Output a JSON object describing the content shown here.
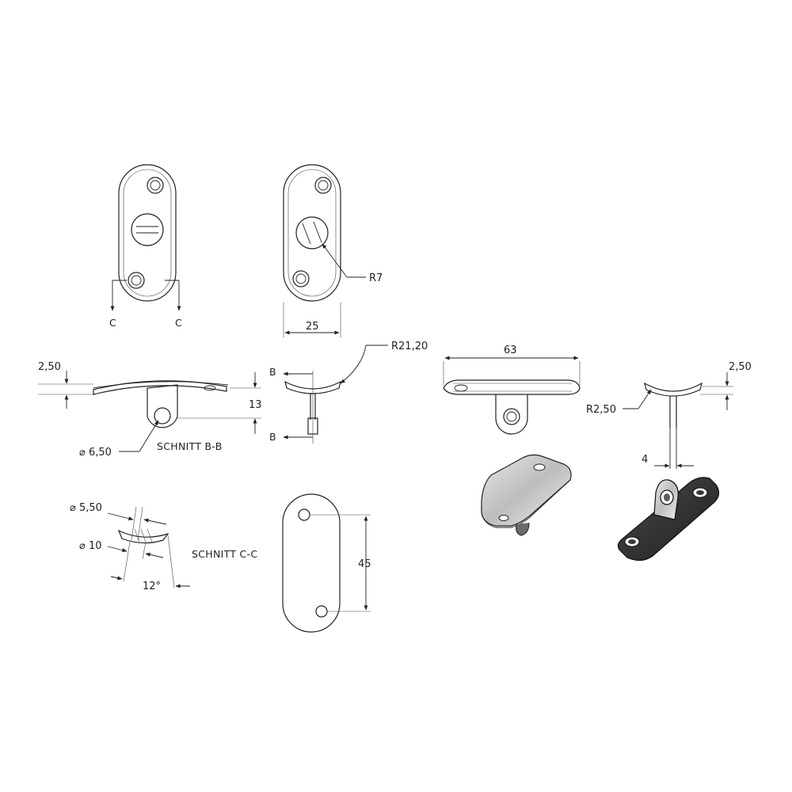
{
  "colors": {
    "line": "#222222",
    "background": "#ffffff",
    "part_dark": "#2e2e2e",
    "part_light": "#c8c8c8"
  },
  "section_labels": {
    "section_b": "SCHNITT B-B",
    "section_c": "SCHNITT C-C",
    "marker_c_left": "C",
    "marker_c_right": "C",
    "marker_b_top": "B",
    "marker_b_bottom": "B"
  },
  "dimensions": {
    "width_25": "25",
    "radius_7": "R7",
    "radius_21_20": "R21,20",
    "length_63": "63",
    "thickness_left": "2,50",
    "thickness_right": "2,50",
    "height_13": "13",
    "dia_6_50": "⌀ 6,50",
    "radius_2_50": "R2,50",
    "width_4": "4",
    "dia_5_50": "⌀ 5,50",
    "dia_10": "⌀ 10",
    "angle_12": "12°",
    "spacing_45": "45"
  }
}
